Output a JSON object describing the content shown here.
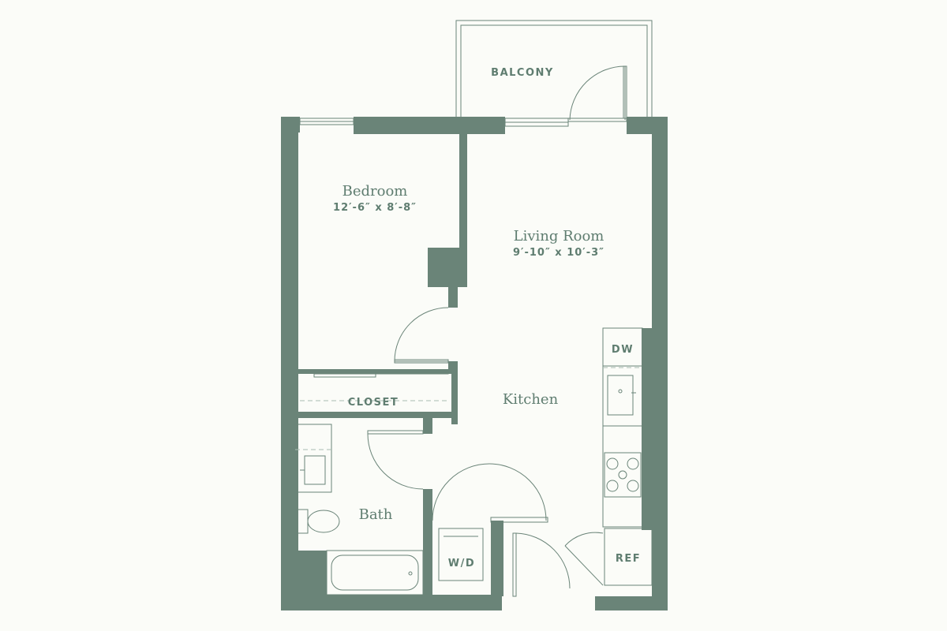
{
  "colors": {
    "wall": "#6a8478",
    "text": "#5f7d70",
    "background": "#fbfcf8"
  },
  "rooms": {
    "balcony": {
      "name": "BALCONY"
    },
    "bedroom": {
      "name": "Bedroom",
      "dimensions": "12′-6″ x 8′-8″"
    },
    "living_room": {
      "name": "Living Room",
      "dimensions": "9′-10″ x 10′-3″"
    },
    "closet": {
      "name": "CLOSET"
    },
    "kitchen": {
      "name": "Kitchen"
    },
    "bath": {
      "name": "Bath"
    }
  },
  "appliances": {
    "dishwasher": "DW",
    "washer_dryer": "W/D",
    "refrigerator": "REF"
  }
}
